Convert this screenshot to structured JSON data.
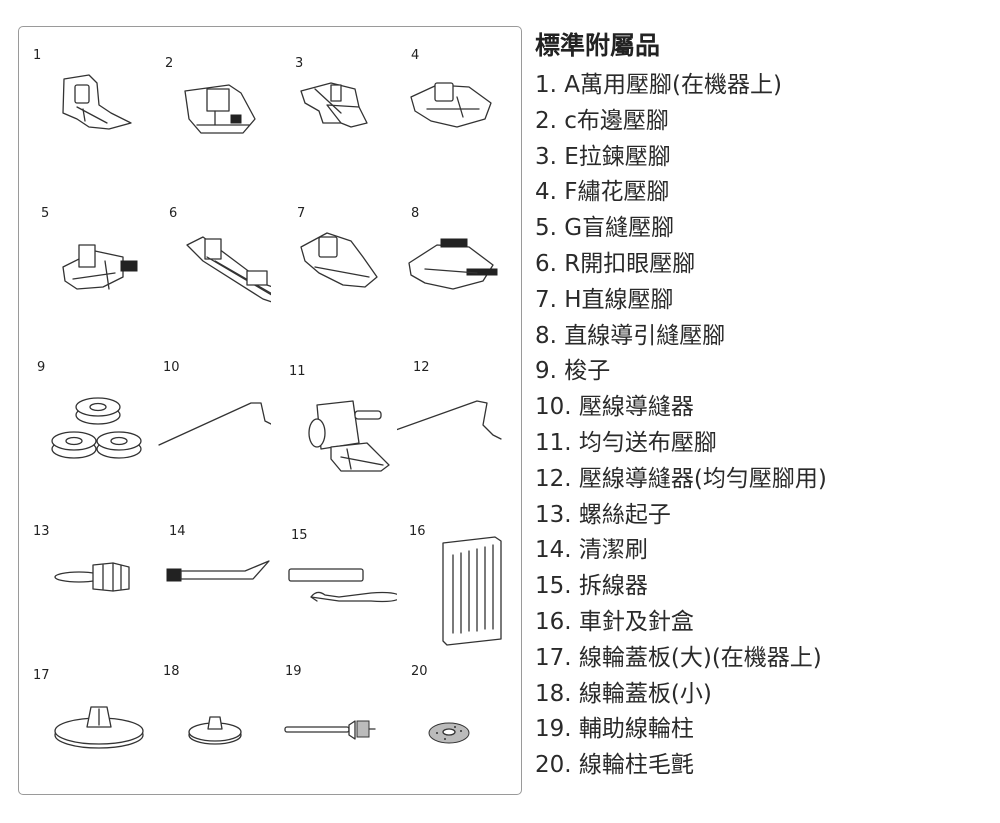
{
  "title": "標準附屬品",
  "items": [
    {
      "num": "1",
      "text": "1. A萬用壓腳(在機器上)"
    },
    {
      "num": "2",
      "text": "2. c布邊壓腳"
    },
    {
      "num": "3",
      "text": "3. E拉鍊壓腳"
    },
    {
      "num": "4",
      "text": "4. F繡花壓腳"
    },
    {
      "num": "5",
      "text": "5. G盲縫壓腳"
    },
    {
      "num": "6",
      "text": "6. R開扣眼壓腳"
    },
    {
      "num": "7",
      "text": "7. H直線壓腳"
    },
    {
      "num": "8",
      "text": "8. 直線導引縫壓腳"
    },
    {
      "num": "9",
      "text": "9. 梭子"
    },
    {
      "num": "10",
      "text": "10. 壓線導縫器"
    },
    {
      "num": "11",
      "text": "11. 均勻送布壓腳"
    },
    {
      "num": "12",
      "text": "12. 壓線導縫器(均勻壓腳用)"
    },
    {
      "num": "13",
      "text": "13. 螺絲起子"
    },
    {
      "num": "14",
      "text": "14. 清潔刷"
    },
    {
      "num": "15",
      "text": "15. 拆線器"
    },
    {
      "num": "16",
      "text": "16. 車針及針盒"
    },
    {
      "num": "17",
      "text": "17. 線輪蓋板(大)(在機器上)"
    },
    {
      "num": "18",
      "text": "18. 線輪蓋板(小)"
    },
    {
      "num": "19",
      "text": "19. 輔助線輪柱"
    },
    {
      "num": "20",
      "text": "20. 線輪柱毛氈"
    }
  ]
}
